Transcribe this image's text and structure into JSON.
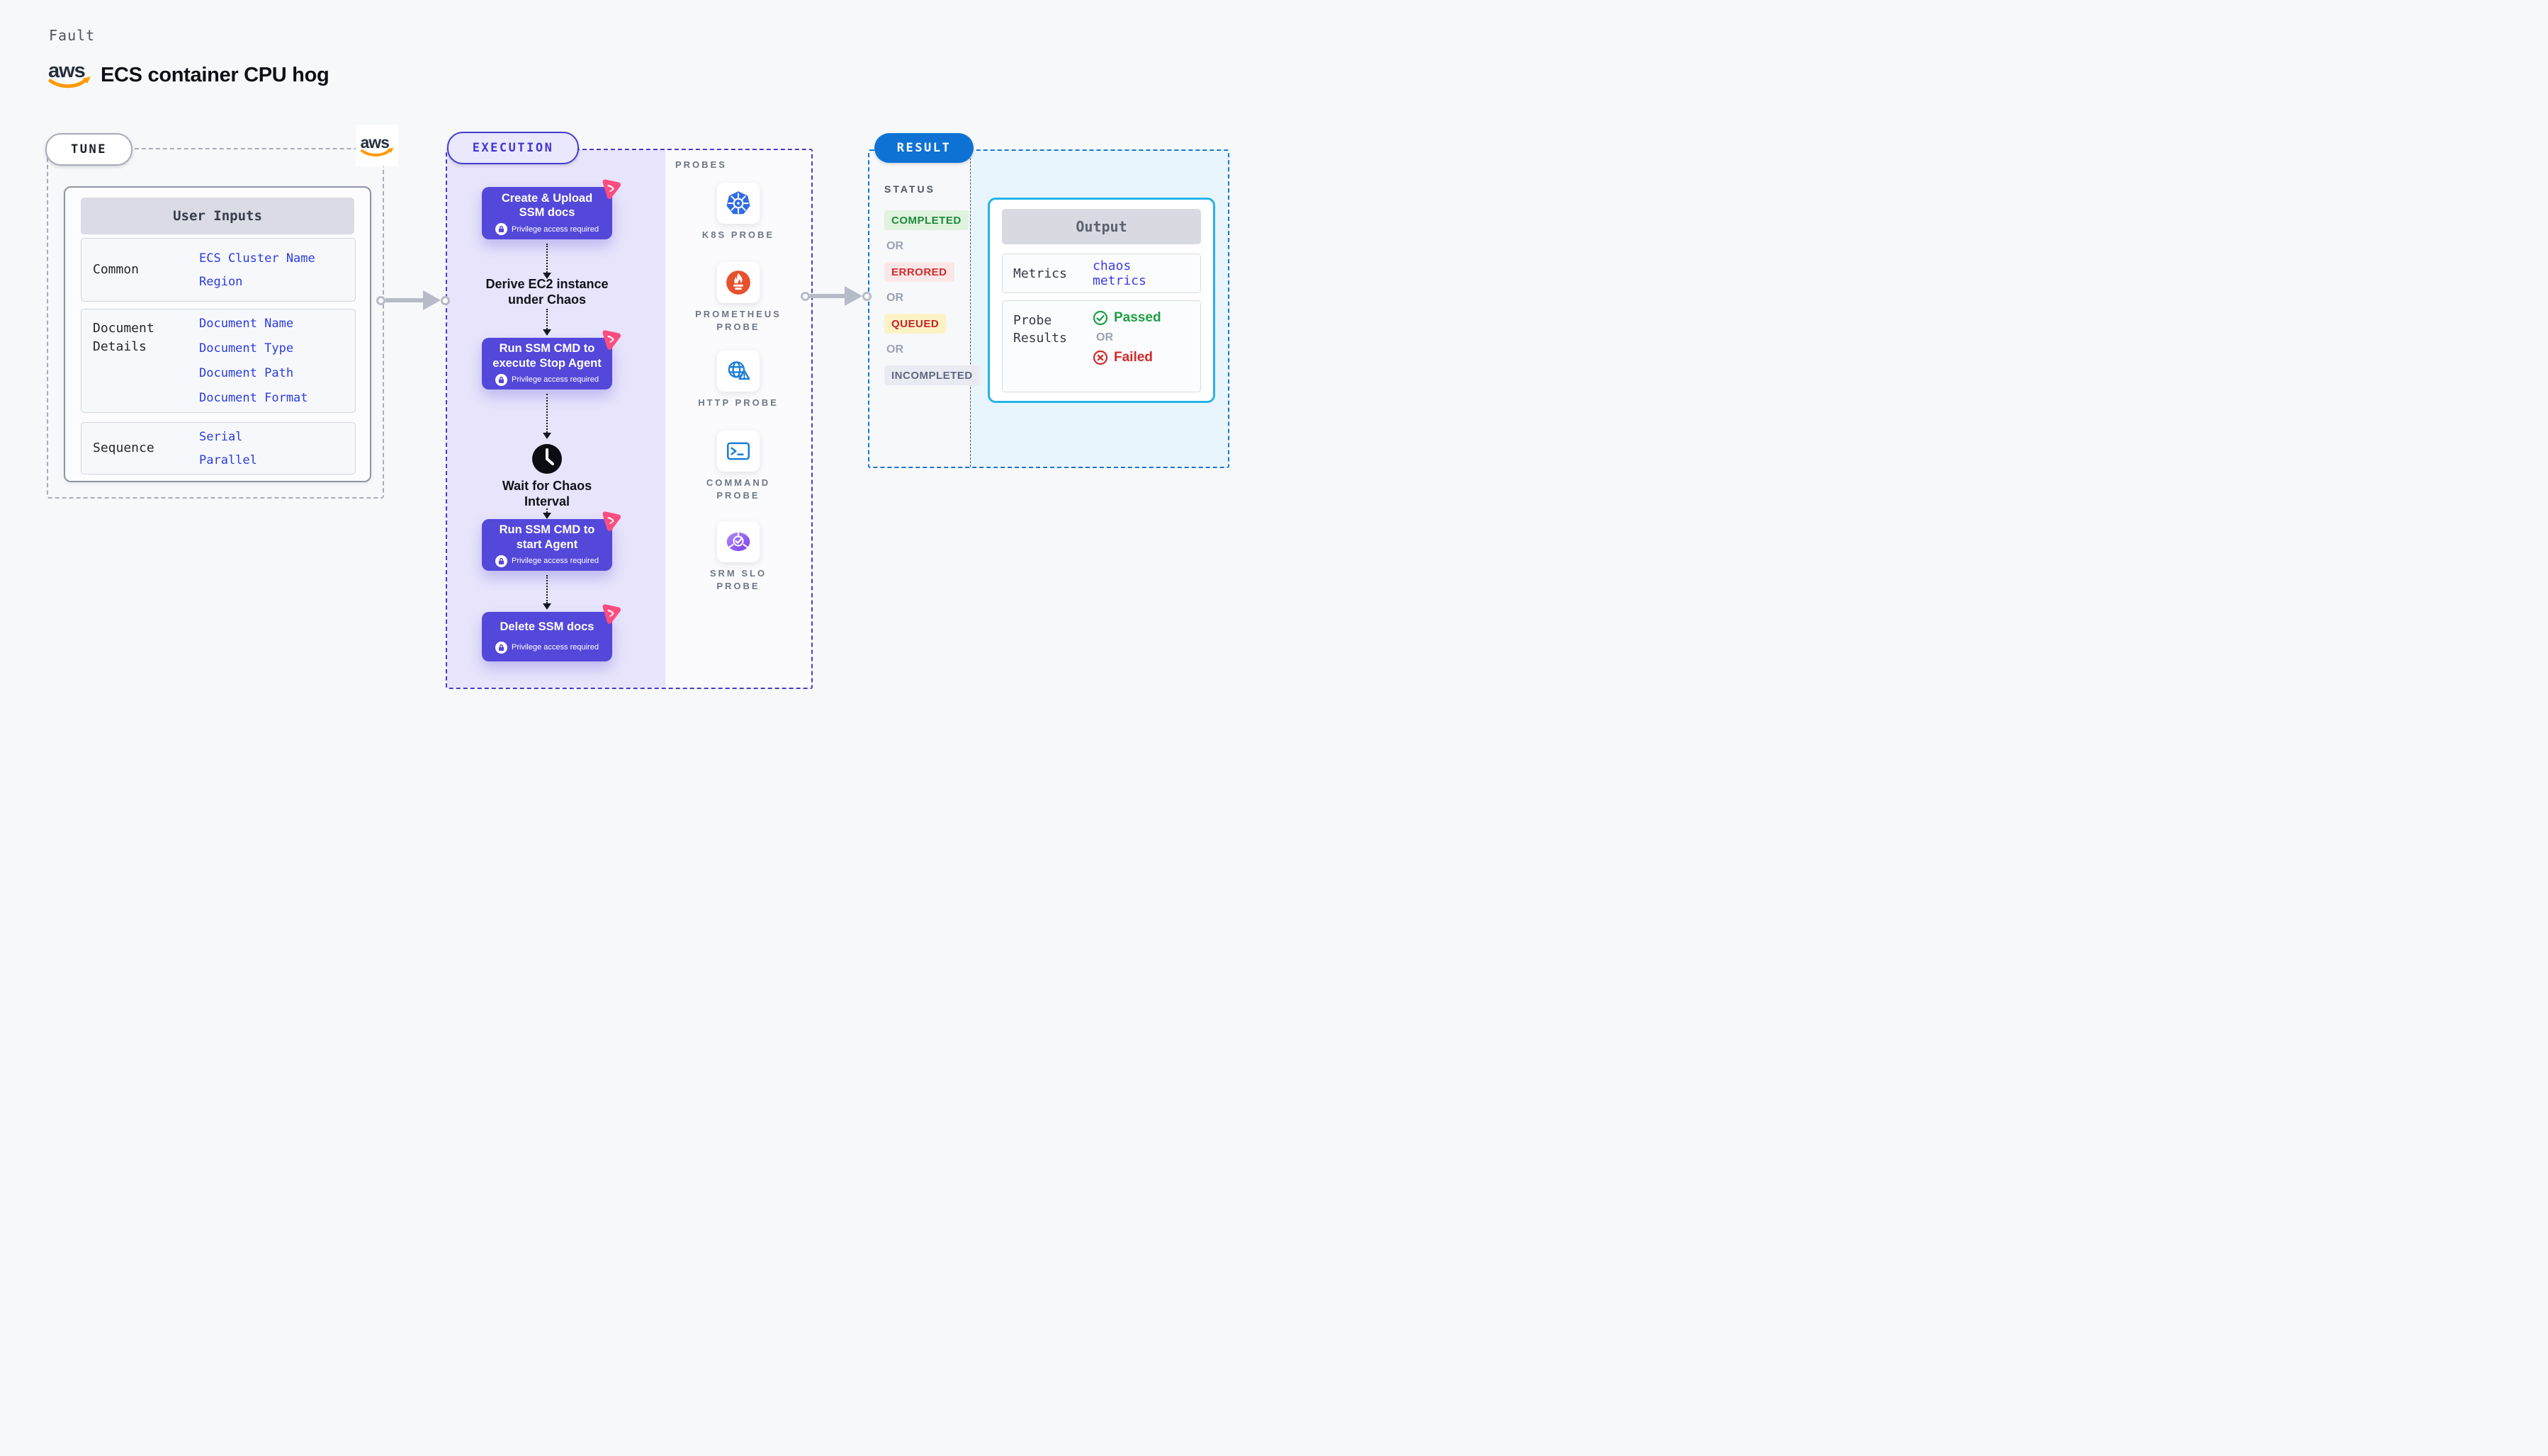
{
  "header": {
    "kicker": "Fault",
    "title": "ECS container CPU hog",
    "brand": "aws"
  },
  "tune": {
    "label": "TUNE",
    "corner_brand": "aws",
    "user_inputs": {
      "title": "User Inputs",
      "rows": [
        {
          "label": "Common",
          "values": [
            "ECS Cluster Name",
            "Region"
          ]
        },
        {
          "label": "Document Details",
          "values": [
            "Document Name",
            "Document Type",
            "Document Path",
            "Document Format"
          ]
        },
        {
          "label": "Sequence",
          "values": [
            "Serial",
            "Parallel"
          ]
        }
      ]
    }
  },
  "execution": {
    "label": "EXECUTION",
    "steps": [
      {
        "kind": "card",
        "title": "Create & Upload SSM docs",
        "note": "Privilege access required"
      },
      {
        "kind": "label",
        "title": "Derive EC2 instance under Chaos"
      },
      {
        "kind": "card",
        "title": "Run SSM CMD to execute Stop Agent",
        "note": "Privilege access required"
      },
      {
        "kind": "wait",
        "title": "Wait for Chaos Interval"
      },
      {
        "kind": "card",
        "title": "Run SSM CMD to start Agent",
        "note": "Privilege access required"
      },
      {
        "kind": "card",
        "title": "Delete SSM docs",
        "note": "Privilege access required"
      }
    ]
  },
  "probes": {
    "label": "PROBES",
    "items": [
      {
        "name": "K8S PROBE",
        "icon": "kubernetes-icon"
      },
      {
        "name": "PROMETHEUS PROBE",
        "icon": "prometheus-icon"
      },
      {
        "name": "HTTP PROBE",
        "icon": "http-globe-warning-icon"
      },
      {
        "name": "COMMAND PROBE",
        "icon": "terminal-icon"
      },
      {
        "name": "SRM SLO PROBE",
        "icon": "slo-gauge-check-icon"
      }
    ]
  },
  "result": {
    "label": "RESULT",
    "status": {
      "heading": "STATUS",
      "separator": "OR",
      "badges": [
        {
          "label": "COMPLETED",
          "style": "background:#dff3de;color:#1e8a3c"
        },
        {
          "label": "ERRORED",
          "style": "background:#fbe7e7;color:#d22b2b"
        },
        {
          "label": "QUEUED",
          "style": "background:#fdf2c6;color:#c32424"
        },
        {
          "label": "INCOMPLETED",
          "style": "background:#eaebf2;color:#5e6880"
        }
      ]
    },
    "output": {
      "title": "Output",
      "metrics_label": "Metrics",
      "metrics_value": "chaos metrics",
      "probe_results_label": "Probe Results",
      "passed": "Passed",
      "separator": "OR",
      "failed": "Failed"
    }
  },
  "colors": {
    "accent_indigo": "#5448da",
    "execution_border": "#473bd1",
    "lavender_panel": "#e7e4fb",
    "result_blue": "#0e72d4",
    "output_border": "#27b3e9",
    "cyan_panel": "#e9f5fc",
    "link_blue": "#2a3be0",
    "passed_green": "#1f9e44",
    "failed_red": "#d62828",
    "chaos_pink": "#fb4d80",
    "kubernetes_blue": "#326ce5",
    "prometheus_orange": "#e6522c",
    "probe_icon_blue": "#1a7dd7",
    "srm_purple": "#8b5cf6",
    "aws_orange": "#ff9900",
    "aws_navy": "#252f3e"
  }
}
